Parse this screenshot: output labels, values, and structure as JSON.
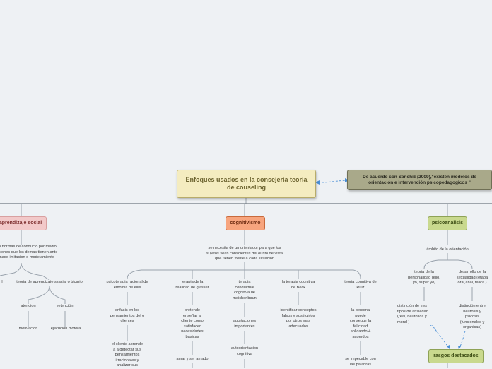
{
  "central": "Enfoques usados en la consejeria teoria de couseling",
  "callout": "De acuerdo con Sanchiz (2009),\"existen modelos de orientación e intervención psicopedagogicos \"",
  "branches": {
    "social": {
      "label": "aprendizaje social",
      "desc": "n normas de conducto por medio\nciones que los demas tienen ante\nmado imitacion o modelamiento",
      "stub": "l",
      "child": "teoria de aprendizaje ssacial o bicario",
      "leaves": [
        "atencion",
        "retención"
      ],
      "subleaves": [
        "motivacion",
        "ejecucion motora"
      ]
    },
    "cognitivo": {
      "label": "cognitivismo",
      "desc": "se necesita de un orientador para que los\nsujetos sean conscientes del ounto de vista\nque tienen frente a cada situacion",
      "cols": [
        {
          "title": "psicoterapia racional de\nemotiva de ellis",
          "items": [
            "enfasis en los\npensamientos del o\nclientes",
            "el cliente aprende\na a detectar sus\npensamientos\nirracionales y\nanalizar sus"
          ]
        },
        {
          "title": "terapia de la\nrealidad de glasser",
          "items": [
            "pretende\nenseñar al\ncliente como\nsatisfacer\nnecesidades\nbasicas",
            "amar y ser amado"
          ]
        },
        {
          "title": "terapia\nconductual\ncognitiva de\nmeichenbaun",
          "items": [
            "aportaciones\nimportantes",
            "autoorientacion\ncognitiva"
          ]
        },
        {
          "title": "la terapia cognitiva\nde Beck",
          "items": [
            "identificar conceptos\nfalsos y sustituirlos\npor otros mas\nadecuados"
          ]
        },
        {
          "title": "teoria cognitiva de\nRuiz",
          "items": [
            "la persona\npuede\nconseguir la\nfelicidad\naplicando 4\nacuerdos",
            "se impecable con\nlas palabras"
          ]
        }
      ]
    },
    "psico": {
      "label": "psicoanalisis",
      "desc": "ámbito de la orientación",
      "children": [
        {
          "title": "teoria de la\npersonalidad (ello,\nyo, super yo)",
          "item": "distinción de tres\ntipos de ansiedad\n(real, neurótica y\nmoral )"
        },
        {
          "title": "desarrollo de la\nsexualidad (etapa\noral,anal, falica )",
          "item": "distinción entre\nneurosis y\npsicosis\n(funcionales y\norganicas)"
        }
      ],
      "highlight": "rasgos destacados"
    }
  }
}
